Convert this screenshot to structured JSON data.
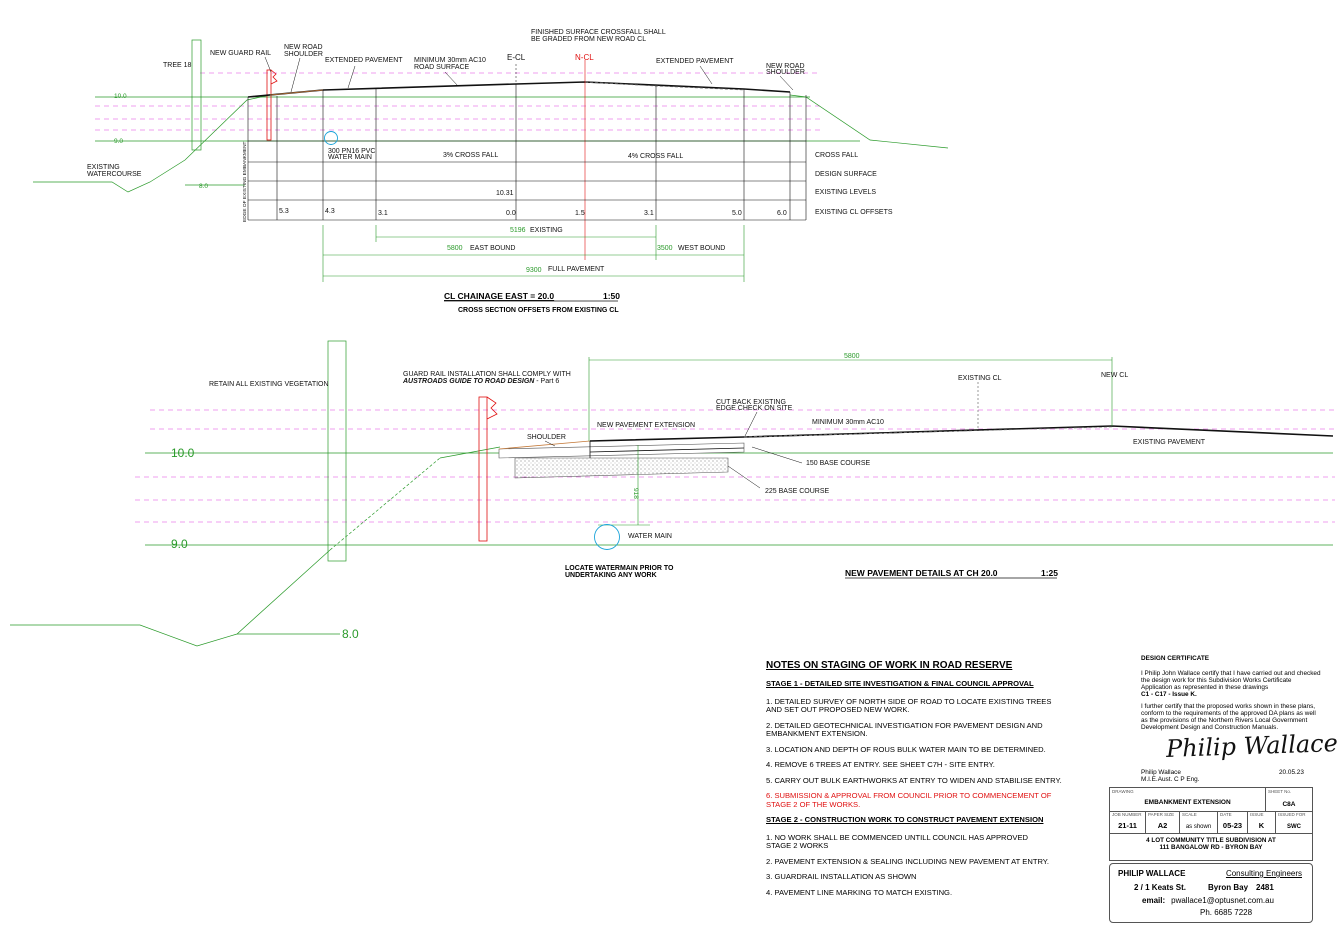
{
  "colors": {
    "line": "#111111",
    "ground": "#2a9a2a",
    "dashed": "#e040e0",
    "red": "#e01010",
    "water": "#1aa3d9"
  },
  "section1": {
    "note_top": [
      "FINISHED SURFACE CROSSFALL SHALL",
      "BE GRADED FROM NEW ROAD CL"
    ],
    "tree": "TREE 18",
    "guard_rail": "NEW GUARD RAIL",
    "shoulder_left": [
      "NEW ROAD",
      "SHOULDER"
    ],
    "ext_pav_left": "EXTENDED PAVEMENT",
    "min_surface": [
      "MINIMUM 30mm AC10",
      "ROAD SURFACE"
    ],
    "ecl": "E-CL",
    "ncl": "N-CL",
    "ext_pav_right": "EXTENDED PAVEMENT",
    "shoulder_right": [
      "NEW ROAD",
      "SHOULDER"
    ],
    "level_10": "10.0",
    "level_9": "9.0",
    "watercourse": [
      "EXISTING",
      "WATERCOURSE"
    ],
    "level_8": "8.0",
    "edge_embankment": "EDGE OF EXISTING EMBANKMENT",
    "water_main": [
      "300 PN16 PVC",
      "WATER MAIN"
    ],
    "cf_left": "3% CROSS FALL",
    "cf_right": "4% CROSS FALL",
    "rows": [
      "CROSS FALL",
      "DESIGN SURFACE",
      "EXISTING LEVELS",
      "EXISTING CL OFFSETS"
    ],
    "level_value": "10.31",
    "offsets": [
      "5.3",
      "4.3",
      "3.1",
      "0.0",
      "1.5",
      "3.1",
      "5.0",
      "6.0"
    ],
    "dim_existing": {
      "value": "5196",
      "label": "EXISTING"
    },
    "dim_east": {
      "value": "5800",
      "label": "EAST BOUND"
    },
    "dim_west": {
      "value": "3500",
      "label": "WEST BOUND"
    },
    "dim_full": {
      "value": "9300",
      "label": "FULL PAVEMENT"
    },
    "title": "CL CHAINAGE EAST  =  20.0",
    "scale": "1:50",
    "subtitle": "CROSS SECTION OFFSETS FROM EXISTING CL"
  },
  "section2": {
    "retain": "RETAIN ALL EXISTING VEGETATION",
    "guard_note1": "GUARD RAIL INSTALLATION SHALL COMPLY WITH",
    "guard_note2a": "AUSTROADS GUIDE TO ROAD DESIGN",
    "guard_note2b": " - Part 6",
    "dim_5800": "5800",
    "existing_cl": "EXISTING CL",
    "new_cl": "NEW CL",
    "cut_back": [
      "CUT BACK EXISTING",
      "EDGE CHECK ON SITE"
    ],
    "new_pav_ext": "NEW PAVEMENT EXTENSION",
    "min_ac": "MINIMUM 30mm AC10",
    "shoulder": "SHOULDER",
    "existing_pav": "EXISTING PAVEMENT",
    "base150": "150 BASE COURSE",
    "base225": "225 BASE COURSE",
    "level_10": "10.0",
    "level_9": "9.0",
    "level_8": "8.0",
    "dim_vert": "918",
    "water_main": "WATER MAIN",
    "locate": [
      "LOCATE WATERMAIN PRIOR TO",
      "UNDERTAKING ANY WORK"
    ],
    "title": "NEW PAVEMENT DETAILS AT CH  20.0",
    "scale": "1:25"
  },
  "notes": {
    "title": "NOTES ON STAGING OF WORK IN ROAD RESERVE",
    "stage1": "STAGE 1 - DETAILED SITE INVESTIGATION & FINAL COUNCIL APPROVAL",
    "s1_items": [
      "1. DETAILED SURVEY OF NORTH SIDE OF ROAD TO LOCATE EXISTING TREES\nAND SET OUT PROPOSED NEW WORK.",
      "2. DETAILED GEOTECHNICAL INVESTIGATION FOR PAVEMENT DESIGN AND\nEMBANKMENT EXTENSION.",
      "3. LOCATION AND DEPTH OF ROUS BULK WATER MAIN TO BE DETERMINED.",
      "4. REMOVE 6 TREES AT ENTRY. SEE SHEET C7H - SITE ENTRY.",
      "5. CARRY OUT BULK EARTHWORKS AT ENTRY TO WIDEN AND STABILISE ENTRY."
    ],
    "s1_red": "6. SUBMISSION & APPROVAL FROM COUNCIL PRIOR TO COMMENCEMENT OF\nSTAGE 2 OF THE WORKS.",
    "stage2": "STAGE 2 - CONSTRUCTION WORK TO CONSTRUCT PAVEMENT EXTENSION",
    "s2_items": [
      "1. NO WORK SHALL BE COMMENCED UNTILL COUNCIL HAS APPROVED\nSTAGE 2 WORKS",
      "2. PAVEMENT EXTENSION & SEALING INCLUDING NEW PAVEMENT AT ENTRY.",
      "3. GUARDRAIL INSTALLATION AS SHOWN",
      "4. PAVEMENT LINE MARKING TO MATCH EXISTING."
    ]
  },
  "certificate": {
    "title": "DESIGN  CERTIFICATE",
    "p1": "I Philip John Wallace certify that I have carried out and checked the design work for this Subdivision Works Certificate Application as represented in these drawings",
    "p1_bold": "C1 - C17 - Issue K.",
    "p2": "I further certify that the proposed works shown in these plans, conform to the requirements of the approved DA plans as well as the provisions of the Northern Rivers Local Government Development Design and Construction Manuals.",
    "signature": "Philip Wallace",
    "name": "Philip Wallace",
    "quals": "M.I.E.Aust.  C P Eng.",
    "date": "20.05.23"
  },
  "title_block": {
    "drawing_cap": "DRAWING",
    "drawing": "EMBANKMENT EXTENSION",
    "sheet_cap": "SHEET No.",
    "sheet": "C8A",
    "job_cap": "JOB NUMBER",
    "job": "21-11",
    "paper_cap": "PAPER SIZE",
    "paper": "A2",
    "scale_cap": "SCALE",
    "scale": "as shown",
    "date_cap": "DATE",
    "date": "05-23",
    "issue_cap": "ISSUE",
    "issue": "K",
    "issued_cap": "ISSUED FOR",
    "issued": "SWC",
    "project1": "4 LOT COMMUNITY TITLE SUBDIVISION AT",
    "project2": "111 BANGALOW RD - BYRON BAY"
  },
  "firm": {
    "name": "PHILIP  WALLACE",
    "type": "Consulting Engineers",
    "addr1": "2 / 1   Keats  St.",
    "addr2": "Byron Bay",
    "addr3": "2481",
    "email_label": "email:",
    "email": "pwallace1@optusnet.com.au",
    "phone": "Ph. 6685 7228"
  }
}
